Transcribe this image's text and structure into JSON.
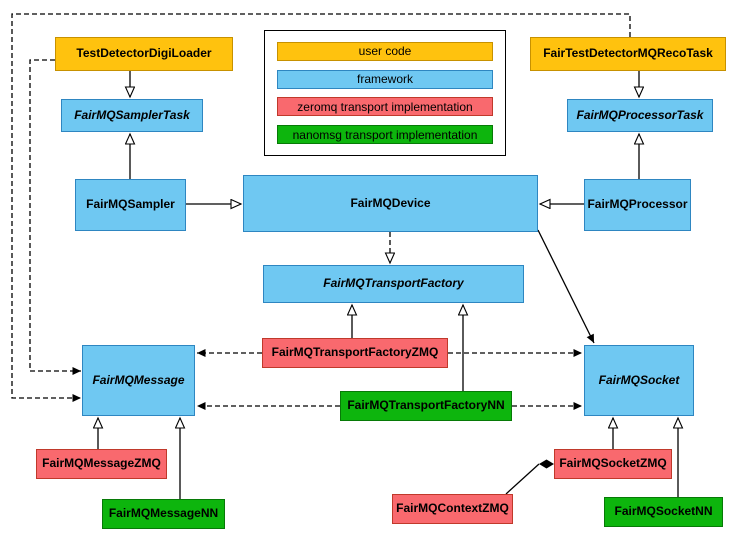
{
  "colors": {
    "user-code-fill": "#FFC20E",
    "user-code-border": "#C79100",
    "framework-fill": "#6FC8F2",
    "framework-border": "#2E86C1",
    "zeromq-fill": "#F9696E",
    "zeromq-border": "#C0392B",
    "nanomsg-fill": "#0DB50D",
    "nanomsg-border": "#077A07"
  },
  "legend": {
    "items": [
      {
        "label": "user code",
        "category": "user-code"
      },
      {
        "label": "framework",
        "category": "framework"
      },
      {
        "label": "zeromq transport implementation",
        "category": "zeromq"
      },
      {
        "label": "nanomsg transport implementation",
        "category": "nanomsg"
      }
    ]
  },
  "nodes": {
    "digiLoader": {
      "label": "TestDetectorDigiLoader",
      "category": "user-code",
      "abstract": false
    },
    "recoTask": {
      "label": "FairTestDetectorMQRecoTask",
      "category": "user-code",
      "abstract": false
    },
    "samplerTask": {
      "label": "FairMQSamplerTask",
      "category": "framework",
      "abstract": true
    },
    "processorTask": {
      "label": "FairMQProcessorTask",
      "category": "framework",
      "abstract": true
    },
    "sampler": {
      "label": "FairMQSampler",
      "category": "framework",
      "abstract": false
    },
    "device": {
      "label": "FairMQDevice",
      "category": "framework",
      "abstract": false
    },
    "processor": {
      "label": "FairMQProcessor",
      "category": "framework",
      "abstract": false
    },
    "transportFactory": {
      "label": "FairMQTransportFactory",
      "category": "framework",
      "abstract": true
    },
    "transportFactoryZMQ": {
      "label": "FairMQTransportFactoryZMQ",
      "category": "zeromq",
      "abstract": false
    },
    "transportFactoryNN": {
      "label": "FairMQTransportFactoryNN",
      "category": "nanomsg",
      "abstract": false
    },
    "message": {
      "label": "FairMQMessage",
      "category": "framework",
      "abstract": true
    },
    "socket": {
      "label": "FairMQSocket",
      "category": "framework",
      "abstract": true
    },
    "messageZMQ": {
      "label": "FairMQMessageZMQ",
      "category": "zeromq",
      "abstract": false
    },
    "messageNN": {
      "label": "FairMQMessageNN",
      "category": "nanomsg",
      "abstract": false
    },
    "contextZMQ": {
      "label": "FairMQContextZMQ",
      "category": "zeromq",
      "abstract": false
    },
    "socketZMQ": {
      "label": "FairMQSocketZMQ",
      "category": "zeromq",
      "abstract": false
    },
    "socketNN": {
      "label": "FairMQSocketNN",
      "category": "nanomsg",
      "abstract": false
    }
  },
  "edges": [
    {
      "from": "TestDetectorDigiLoader",
      "to": "FairMQSamplerTask",
      "type": "inheritance",
      "style": "solid"
    },
    {
      "from": "FairMQSampler",
      "to": "FairMQSamplerTask",
      "type": "inheritance",
      "style": "solid"
    },
    {
      "from": "FairTestDetectorMQRecoTask",
      "to": "FairMQProcessorTask",
      "type": "inheritance",
      "style": "solid"
    },
    {
      "from": "FairMQProcessor",
      "to": "FairMQProcessorTask",
      "type": "inheritance",
      "style": "solid"
    },
    {
      "from": "FairMQSampler",
      "to": "FairMQDevice",
      "type": "inheritance",
      "style": "solid"
    },
    {
      "from": "FairMQProcessor",
      "to": "FairMQDevice",
      "type": "inheritance",
      "style": "solid"
    },
    {
      "from": "FairMQDevice",
      "to": "FairMQTransportFactory",
      "type": "dependency",
      "style": "dashed"
    },
    {
      "from": "FairMQDevice",
      "to": "FairMQSocket",
      "type": "association",
      "style": "solid"
    },
    {
      "from": "FairMQTransportFactoryZMQ",
      "to": "FairMQTransportFactory",
      "type": "inheritance",
      "style": "solid"
    },
    {
      "from": "FairMQTransportFactoryNN",
      "to": "FairMQTransportFactory",
      "type": "inheritance",
      "style": "solid"
    },
    {
      "from": "FairMQTransportFactoryZMQ",
      "to": "FairMQMessage",
      "type": "dependency",
      "style": "dashed"
    },
    {
      "from": "FairMQTransportFactoryZMQ",
      "to": "FairMQSocket",
      "type": "dependency",
      "style": "dashed"
    },
    {
      "from": "FairMQTransportFactoryNN",
      "to": "FairMQMessage",
      "type": "dependency",
      "style": "dashed"
    },
    {
      "from": "FairMQTransportFactoryNN",
      "to": "FairMQSocket",
      "type": "dependency",
      "style": "dashed"
    },
    {
      "from": "FairMQMessageZMQ",
      "to": "FairMQMessage",
      "type": "inheritance",
      "style": "solid"
    },
    {
      "from": "FairMQMessageNN",
      "to": "FairMQMessage",
      "type": "inheritance",
      "style": "solid"
    },
    {
      "from": "FairMQSocketZMQ",
      "to": "FairMQSocket",
      "type": "inheritance",
      "style": "solid"
    },
    {
      "from": "FairMQSocketNN",
      "to": "FairMQSocket",
      "type": "inheritance",
      "style": "solid"
    },
    {
      "from": "FairMQContextZMQ",
      "to": "FairMQSocketZMQ",
      "type": "composition",
      "style": "solid"
    },
    {
      "from": "TestDetectorDigiLoader",
      "to": "FairMQMessage",
      "type": "dependency",
      "style": "dashed"
    },
    {
      "from": "FairTestDetectorMQRecoTask",
      "to": "FairMQMessage",
      "type": "dependency",
      "style": "dashed"
    }
  ]
}
